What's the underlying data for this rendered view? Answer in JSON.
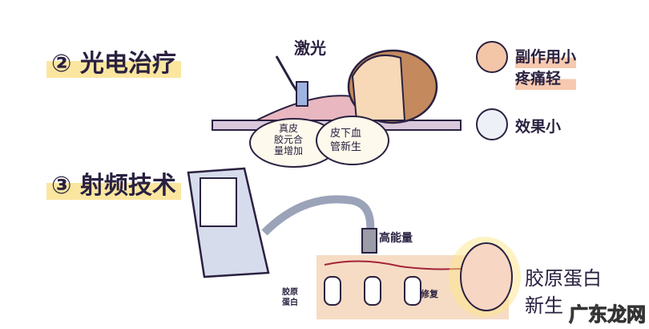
{
  "section2": {
    "number": "②",
    "title": "光电治疗",
    "laser_label": "激光",
    "bubble_left": [
      "真皮",
      "胶元合",
      "量增加"
    ],
    "bubble_right": [
      "皮下血",
      "管新生"
    ],
    "pro": [
      "副作用小",
      "疼痛轻"
    ],
    "con": "效果小"
  },
  "section3": {
    "number": "③",
    "title": "射频技术",
    "energy_label": "高能量",
    "collagen_small": [
      "胶原",
      "蛋白"
    ],
    "repair_label": "修复",
    "result": [
      "胶原蛋白",
      "新生"
    ]
  },
  "watermark": "广东龙网",
  "colors": {
    "highlight": "#fbe6a0",
    "outline": "#2a2140",
    "skin": "#f6dcc4",
    "face_happy": "#f4c6a8"
  }
}
